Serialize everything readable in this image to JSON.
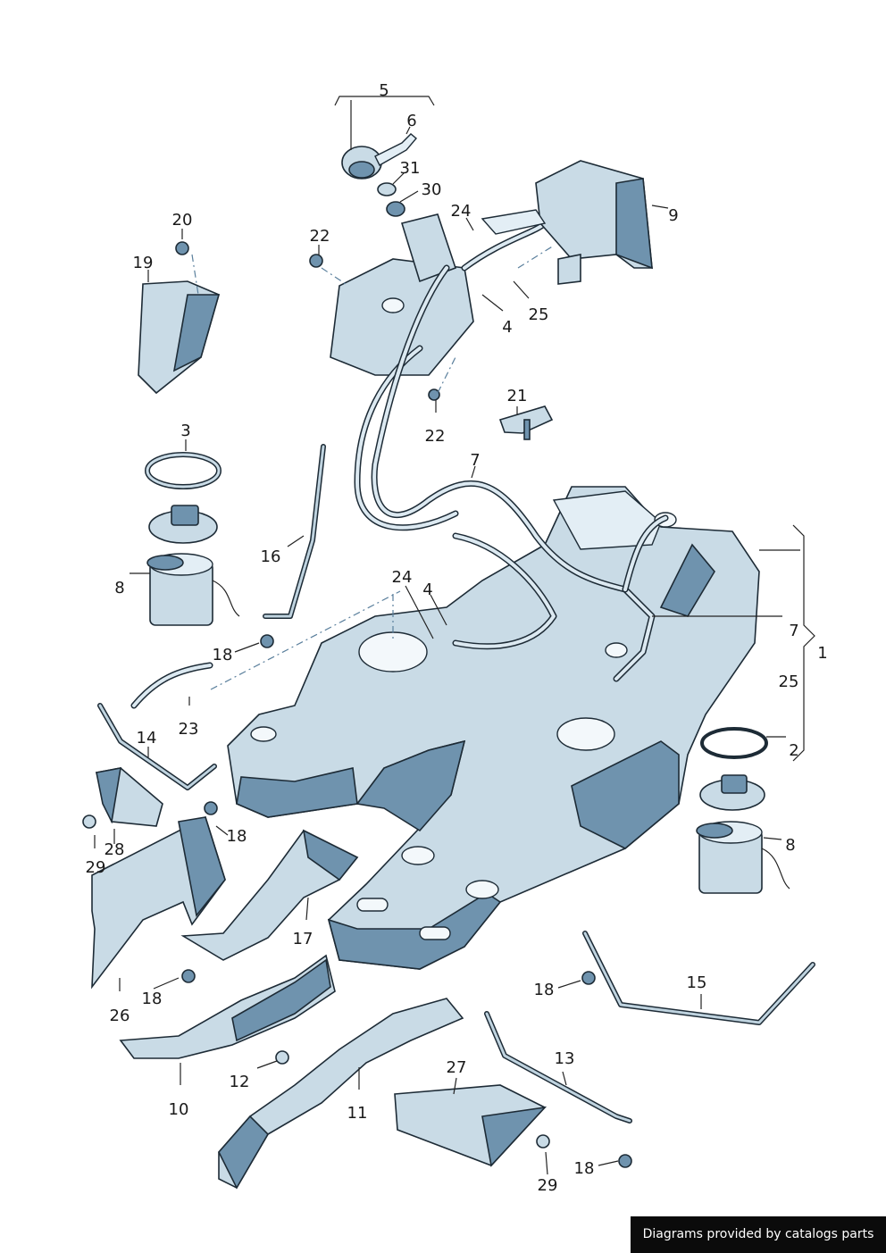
{
  "credit": "Diagrams provided by catalogs parts",
  "callouts": {
    "c1": "1",
    "c2": "2",
    "c3": "3",
    "c4a": "4",
    "c4b": "4",
    "c5": "5",
    "c6": "6",
    "c7a": "7",
    "c7b": "7",
    "c8a": "8",
    "c8b": "8",
    "c9": "9",
    "c10": "10",
    "c11": "11",
    "c12": "12",
    "c13": "13",
    "c14": "14",
    "c15": "15",
    "c16": "16",
    "c17": "17",
    "c18a": "18",
    "c18b": "18",
    "c18c": "18",
    "c18d": "18",
    "c18e": "18",
    "c19": "19",
    "c20": "20",
    "c21": "21",
    "c22a": "22",
    "c22b": "22",
    "c23": "23",
    "c24a": "24",
    "c24b": "24",
    "c25a": "25",
    "c25b": "25",
    "c26": "26",
    "c27": "27",
    "c28": "28",
    "c29a": "29",
    "c29b": "29",
    "c30": "30",
    "c31": "31"
  },
  "colors": {
    "part_fill": "#c9dbe6",
    "part_shadow": "#6f93ae",
    "outline": "#1d2b36",
    "credit_background": "#0b0b0b"
  }
}
